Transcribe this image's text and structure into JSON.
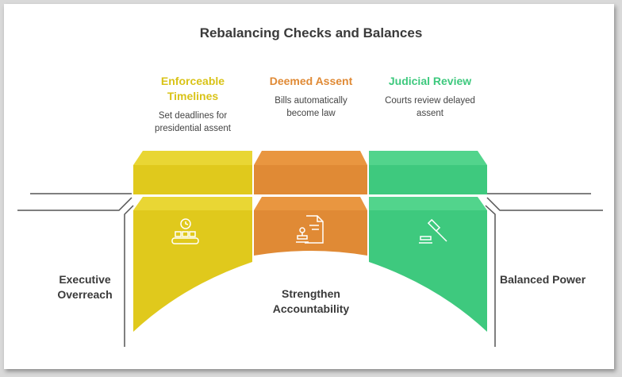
{
  "title": "Rebalancing Checks and Balances",
  "columns": [
    {
      "title": "Enforceable Timelines",
      "title_lines": [
        "Enforceable",
        "Timelines"
      ],
      "description_lines": [
        "Set deadlines for",
        "presidential assent"
      ],
      "color": "#e0c91c",
      "color_light": "#e9d634",
      "color_dark": "#c5ae12",
      "icon": "conveyor-clock-icon"
    },
    {
      "title": "Deemed Assent",
      "title_lines": [
        "Deemed Assent"
      ],
      "description_lines": [
        "Bills automatically",
        "become law"
      ],
      "color": "#e08a35",
      "color_light": "#e99640",
      "color_dark": "#c8742a",
      "icon": "document-stamp-icon"
    },
    {
      "title": "Judicial Review",
      "title_lines": [
        "Judicial Review"
      ],
      "description_lines": [
        "Courts review delayed",
        "assent"
      ],
      "color": "#3ec97e",
      "color_light": "#52d48c",
      "color_dark": "#2eae68",
      "icon": "gavel-icon"
    }
  ],
  "left_label": [
    "Executive",
    "Overreach"
  ],
  "right_label": [
    "Balanced Power"
  ],
  "center_label": [
    "Strengthen",
    "Accountability"
  ],
  "colors": {
    "title": "#3a3a3a",
    "text": "#444444",
    "line": "#555555"
  }
}
